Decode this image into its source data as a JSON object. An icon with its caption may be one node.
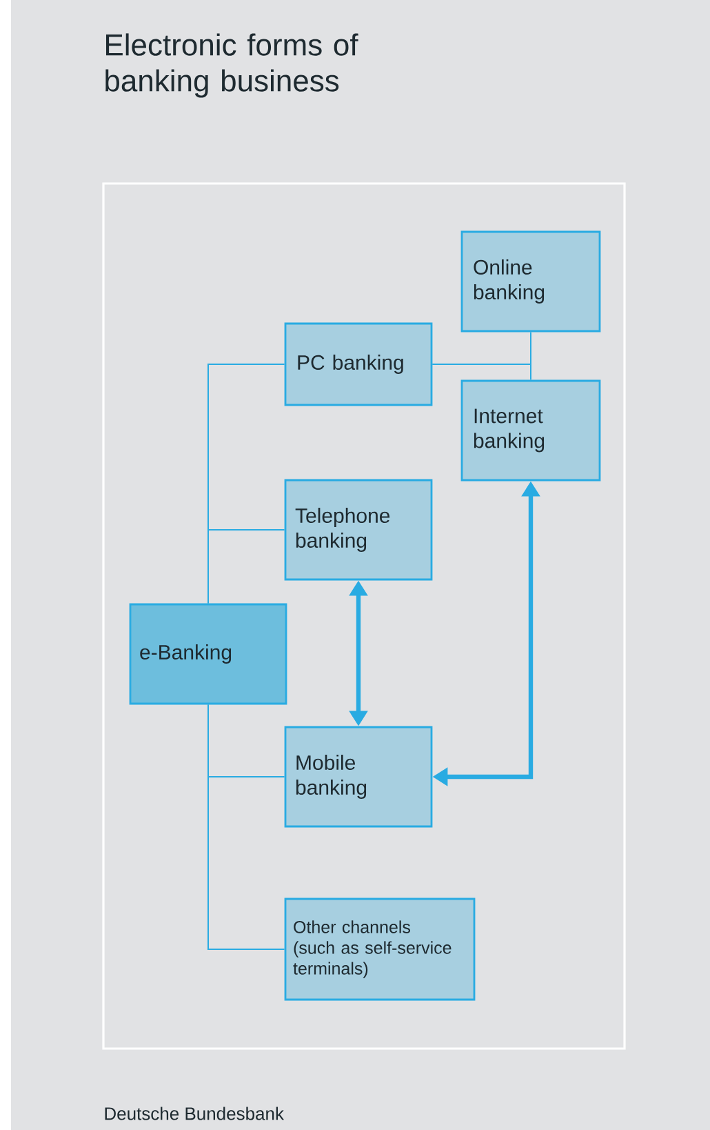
{
  "diagram": {
    "title": "Electronic forms of banking business",
    "nodes": [
      {
        "text": [
          "PC banking"
        ]
      },
      {
        "text": [
          "Online banking"
        ]
      },
      {
        "text": [
          "Internet banking"
        ]
      },
      {
        "text": [
          "Telephone banking"
        ]
      },
      {
        "text": [
          "e-Banking"
        ]
      },
      {
        "text": [
          "Mobile banking"
        ]
      },
      {
        "text": [
          "Other channels (such as self-service terminals)"
        ]
      }
    ],
    "edges": [
      {
        "from": 4,
        "to": 0,
        "arrow": "none"
      },
      {
        "from": 4,
        "to": 3,
        "arrow": "none"
      },
      {
        "from": 4,
        "to": 5,
        "arrow": "none"
      },
      {
        "from": 4,
        "to": 6,
        "arrow": "none"
      },
      {
        "from": 0,
        "to": 1,
        "arrow": "none"
      },
      {
        "from": 0,
        "to": 2,
        "arrow": "none"
      },
      {
        "from": 3,
        "to": 5,
        "arrow": "both",
        "style": "thick"
      },
      {
        "from": 2,
        "to": 5,
        "arrow": "both",
        "style": "thick"
      }
    ],
    "labels": [
      "Deutsche Bundesbank"
    ]
  }
}
